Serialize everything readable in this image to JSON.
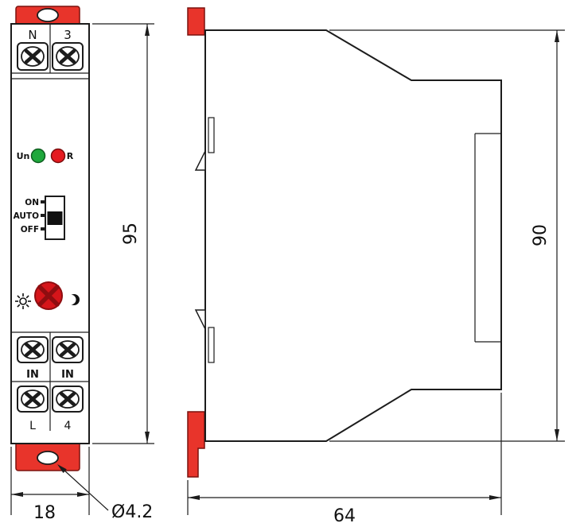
{
  "drawing": {
    "front": {
      "top_terminal_labels": [
        "N",
        "3"
      ],
      "led_labels": {
        "left": "Un",
        "right": "R"
      },
      "switch_positions": [
        "ON",
        "AUTO",
        "OFF"
      ],
      "knob": {
        "left_icon": "sun",
        "right_icon": "moon"
      },
      "mid_terminal_labels": [
        "IN",
        "IN"
      ],
      "bottom_terminal_labels": [
        "L",
        "4"
      ]
    },
    "dimensions": {
      "front_height_mm": "95",
      "front_width_mm": "18",
      "mounting_hole": "Ø4.2",
      "side_height_mm": "90",
      "side_depth_mm": "64"
    },
    "colors": {
      "clip_red": "#e8342b",
      "led_green": "#1fa83c",
      "led_red": "#e51a20",
      "knob_red": "#d6151a",
      "knob_dark": "#8f0d10"
    }
  }
}
